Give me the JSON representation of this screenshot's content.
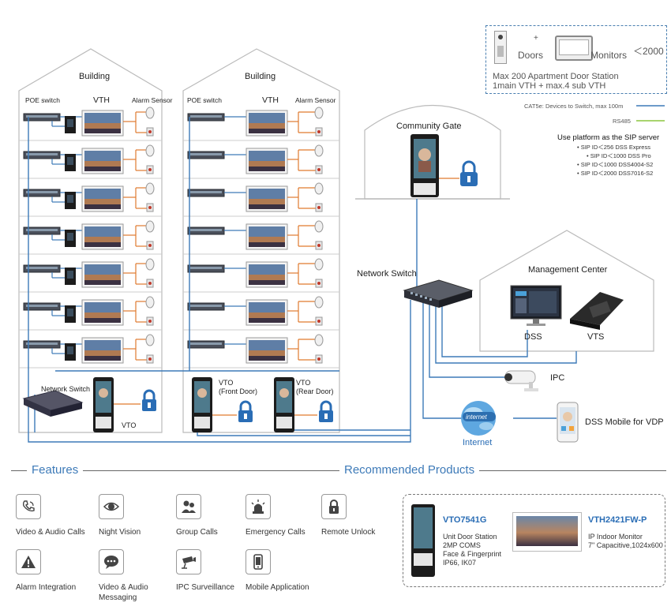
{
  "buildings": [
    {
      "title": "Building",
      "headers": {
        "poe": "POE switch",
        "vth": "VTH",
        "alarm": "Alarm Sensor"
      },
      "bottom": {
        "switch": "Network Switch",
        "vto": "VTO"
      }
    },
    {
      "title": "Building",
      "headers": {
        "poe": "POE switch",
        "vth": "VTH",
        "alarm": "Alarm Sensor"
      },
      "bottom": {
        "vto_front_1": "VTO",
        "vto_front_2": "(Front Door)",
        "vto_rear_1": "VTO",
        "vto_rear_2": "(Rear Door)"
      }
    }
  ],
  "capacity": {
    "doors": "Doors",
    "plus": "+",
    "monitors": "Monitors",
    "limit": "＜2000",
    "line1": "Max 200 Apartment Door Station",
    "line2": "1main VTH + max.4 sub VTH"
  },
  "cables": {
    "cat5e": "CAT5e: Devices to Switch, max 100m",
    "rs485": "RS485",
    "cat5e_color": "#3d7ab8",
    "rs485_color": "#8cc63f"
  },
  "sip": {
    "title": "Use platform as the SIP server",
    "items": [
      "• SIP ID＜256 DSS Express",
      "• SIP ID＜1000 DSS Pro",
      "• SIP ID＜1000 DSS4004-S2",
      "• SIP ID＜2000 DSS7016-S2"
    ]
  },
  "network": {
    "community_gate": "Community Gate",
    "network_switch": "Network Switch",
    "management_center": "Management Center",
    "dss": "DSS",
    "vts": "VTS",
    "ipc": "IPC",
    "internet_badge": "internet",
    "internet": "Internet",
    "dss_mobile": "DSS Mobile for VDP"
  },
  "sections": {
    "features": "Features",
    "recommended": "Recommended Products"
  },
  "features": [
    {
      "label": "Video & Audio Calls",
      "icon": "phone-icon"
    },
    {
      "label": "Night Vision",
      "icon": "eye-icon"
    },
    {
      "label": "Group Calls",
      "icon": "group-icon"
    },
    {
      "label": "Emergency Calls",
      "icon": "siren-icon"
    },
    {
      "label": "Remote Unlock",
      "icon": "lock-icon"
    },
    {
      "label": "Alarm Integration",
      "icon": "warning-icon"
    },
    {
      "label": "Video & Audio Messaging",
      "icon": "chat-icon"
    },
    {
      "label": "IPC Surveillance",
      "icon": "camera-icon"
    },
    {
      "label": "Mobile  Application",
      "icon": "mobile-icon"
    }
  ],
  "products": [
    {
      "model": "VTO7541G",
      "lines": [
        "Unit Door Station",
        "2MP COMS",
        "Face & Fingerprint",
        "IP66, IK07"
      ]
    },
    {
      "model": "VTH2421FW-P",
      "lines": [
        "IP Indoor Monitor",
        "7\" Capacitive,1024x600"
      ]
    }
  ],
  "colors": {
    "accent": "#3d7ab8",
    "lock": "#2a6db5",
    "alarm_wire": "#e07a2e"
  }
}
